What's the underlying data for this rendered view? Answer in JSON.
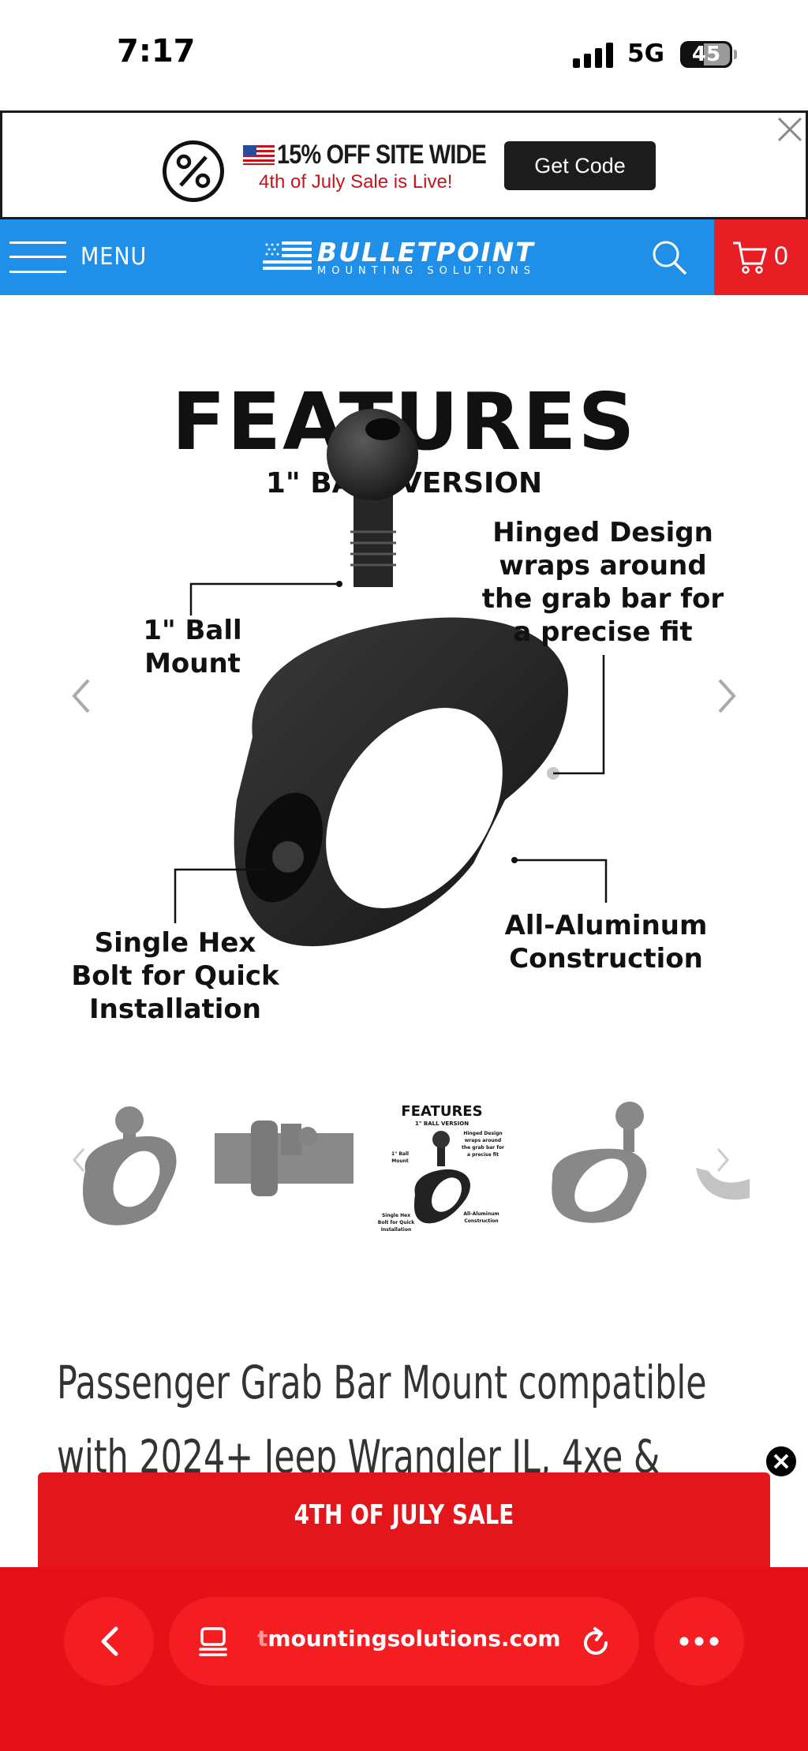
{
  "status_bar": {
    "time": "7:17",
    "network": "5G",
    "battery": "45"
  },
  "promo": {
    "title": "15% OFF SITE WIDE",
    "subtitle": "4th of July Sale is Live!",
    "button": "Get Code"
  },
  "nav": {
    "menu_label": "MENU",
    "logo_text": "BULLETPOINT",
    "logo_sub": "MOUNTING SOLUTIONS",
    "cart_count": "0"
  },
  "hero": {
    "title": "FEATURES",
    "subtitle": "1\" BALL VERSION",
    "callouts": {
      "ball": "1\" Ball\nMount",
      "hinge": "Hinged Design\nwraps around\nthe grab bar for\na precise fit",
      "bolt": "Single Hex\nBolt for Quick\nInstallation",
      "aluminum": "All-Aluminum\nConstruction"
    }
  },
  "thumbnails": {
    "active_title": "FEATURES",
    "active_sub": "1\" BALL VERSION",
    "active_ball": "1\" Ball\nMount",
    "active_hinge": "Hinged Design\nwraps around\nthe grab bar for\na precise fit",
    "active_bolt": "Single Hex\nBolt for Quick\nInstallation",
    "active_alu": "All-Aluminum\nConstruction"
  },
  "product": {
    "title": "Passenger Grab Bar Mount compatible with 2024+ Jeep Wrangler JL, 4xe &"
  },
  "sale_banner": {
    "label": "4TH OF JULY SALE"
  },
  "browser": {
    "url_fade": "t",
    "url": "mountingsolutions.com"
  },
  "colors": {
    "nav_blue": "#1f8fe8",
    "cart_red": "#e81e25",
    "sale_red": "#e2161b",
    "browser_red": "#e51018"
  }
}
